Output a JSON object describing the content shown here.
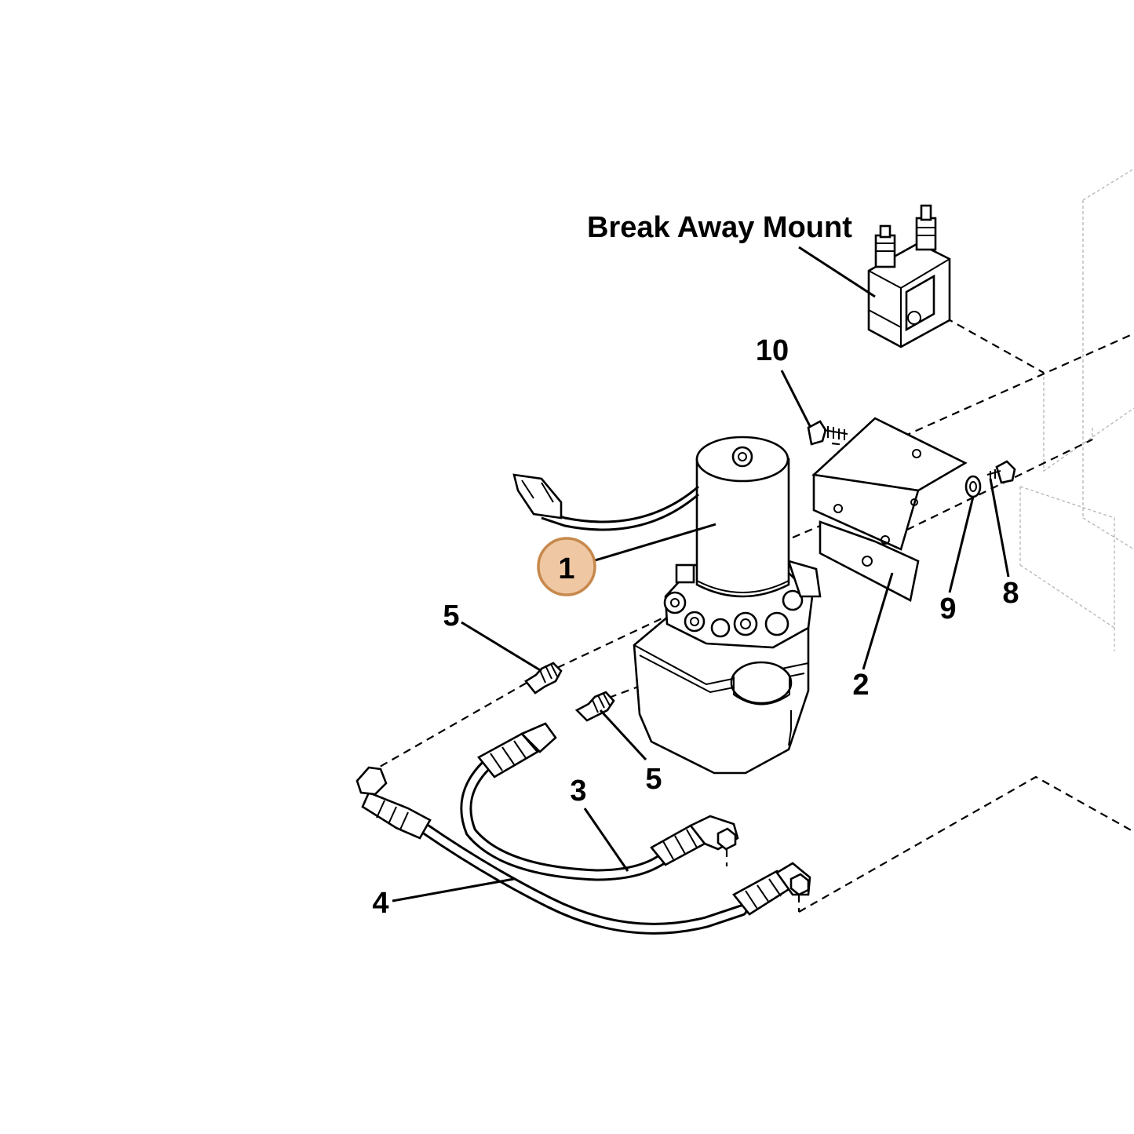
{
  "colors": {
    "highlight_fill": "#EFC7A3",
    "highlight_stroke": "#C7884C",
    "ink": "#000000",
    "background": "#FFFFFF"
  },
  "labels": {
    "break_away_mount": "Break Away Mount",
    "highlighted_item": "1",
    "item_2": "2",
    "item_3": "3",
    "item_4": "4",
    "item_5_upper": "5",
    "item_5_lower": "5",
    "item_8": "8",
    "item_9": "9",
    "item_10": "10"
  }
}
